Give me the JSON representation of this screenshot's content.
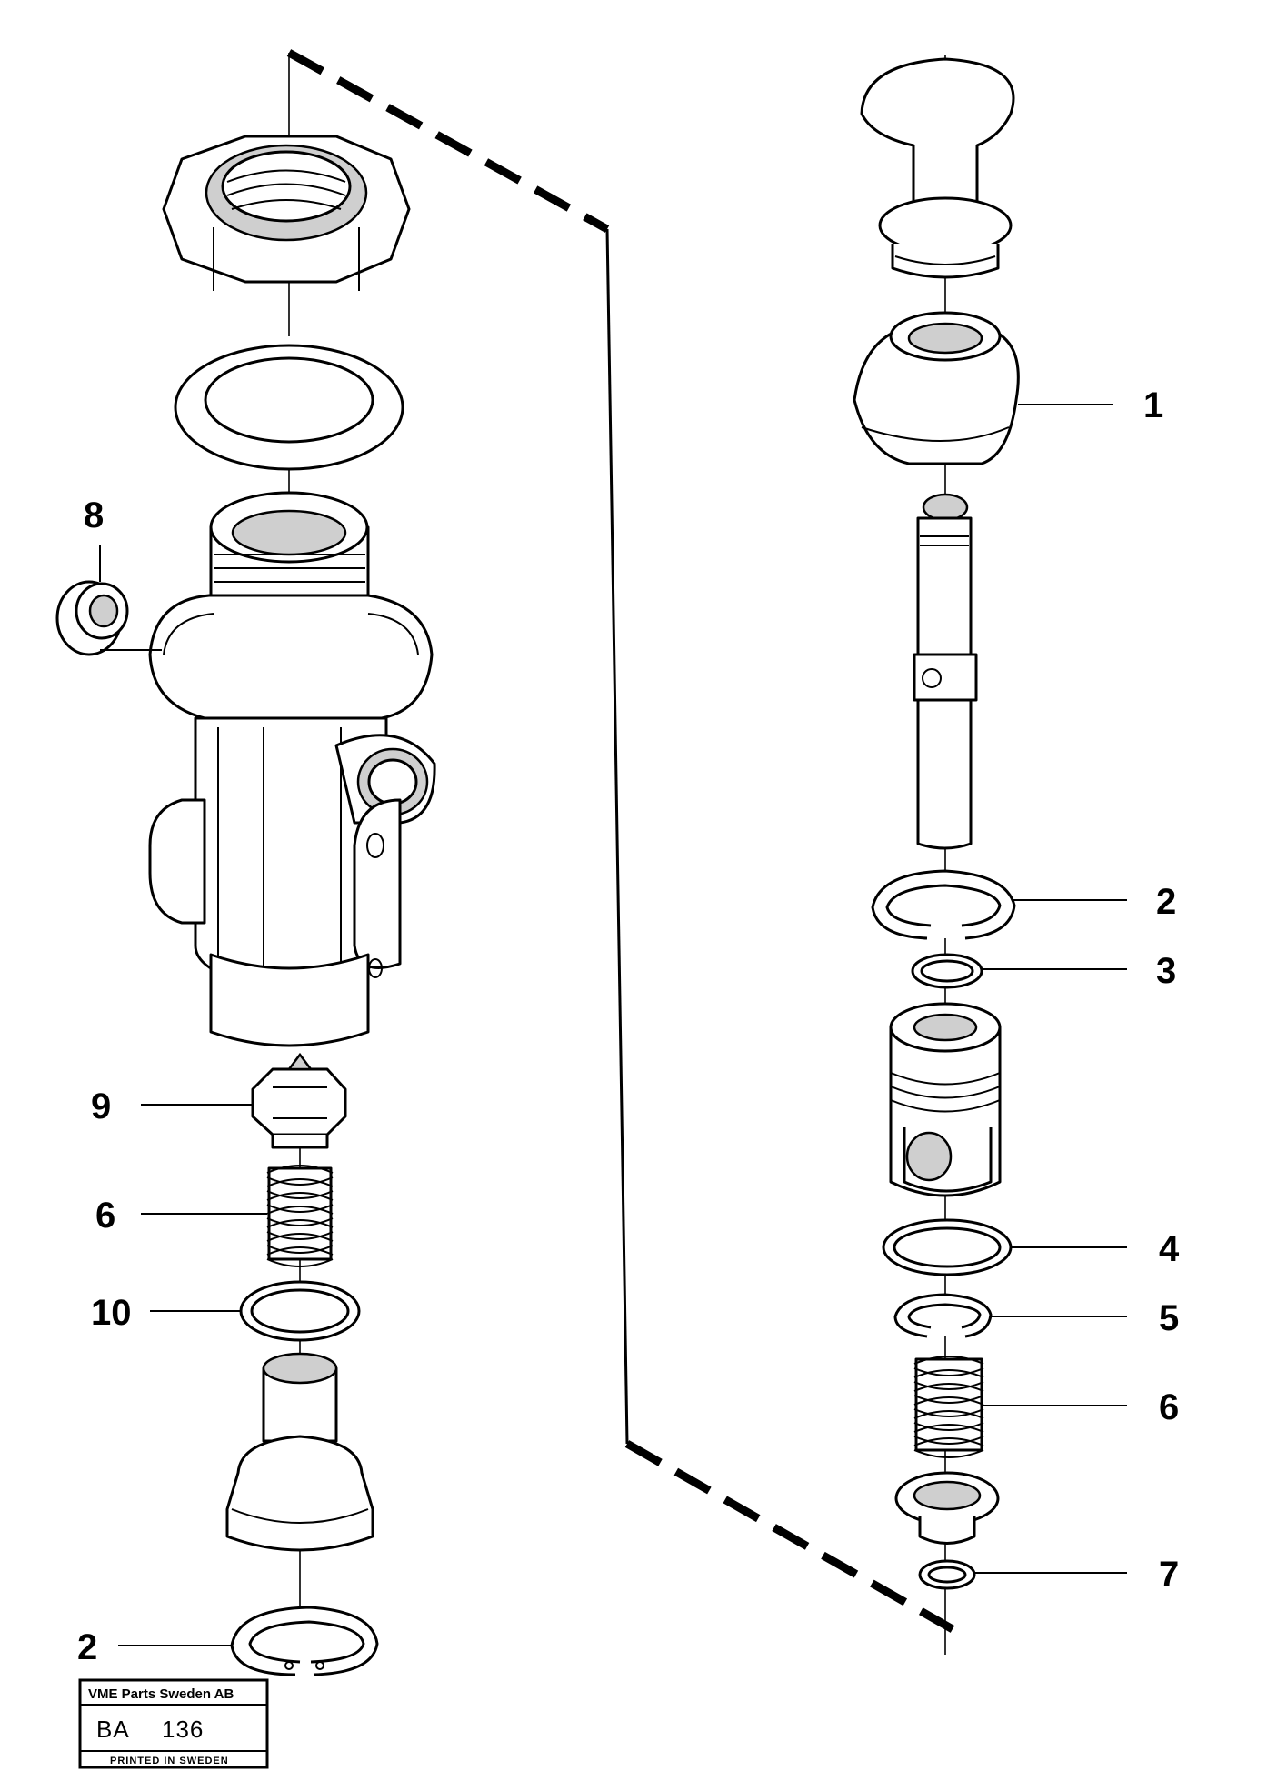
{
  "callouts": {
    "c1": "1",
    "c2_right": "2",
    "c3": "3",
    "c4": "4",
    "c5": "5",
    "c6_right": "6",
    "c7": "7",
    "c8": "8",
    "c9": "9",
    "c6_left": "6",
    "c10": "10",
    "c2_left": "2"
  },
  "stamp": {
    "company": "VME Parts Sweden AB",
    "code_prefix": "BA",
    "code_number": "136",
    "printed": "PRINTED IN SWEDEN"
  }
}
